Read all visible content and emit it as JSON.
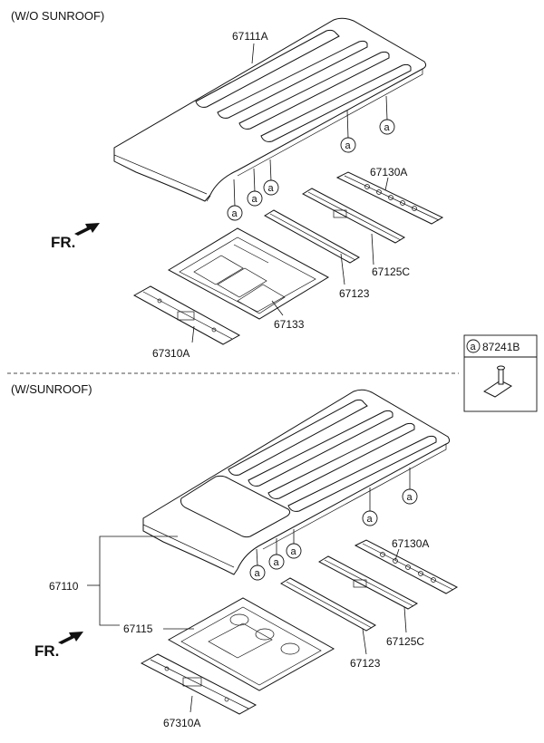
{
  "sections": {
    "without_sunroof": "(W/O SUNROOF)",
    "with_sunroof": "(W/SUNROOF)"
  },
  "front_marker": "FR.",
  "callout_letter": "a",
  "legend": {
    "letter": "a",
    "part": "87241B"
  },
  "top_parts": {
    "roof_panel": "67111A",
    "rail_rear": "67130A",
    "rail_mid": "67125C",
    "rail_front": "67123",
    "frame": "67133",
    "header_front": "67310A"
  },
  "bottom_parts": {
    "roof_assembly": "67110",
    "rail_rear": "67130A",
    "sunroof_frame": "67115",
    "rail_mid": "67125C",
    "rail_front": "67123",
    "header_front": "67310A"
  }
}
